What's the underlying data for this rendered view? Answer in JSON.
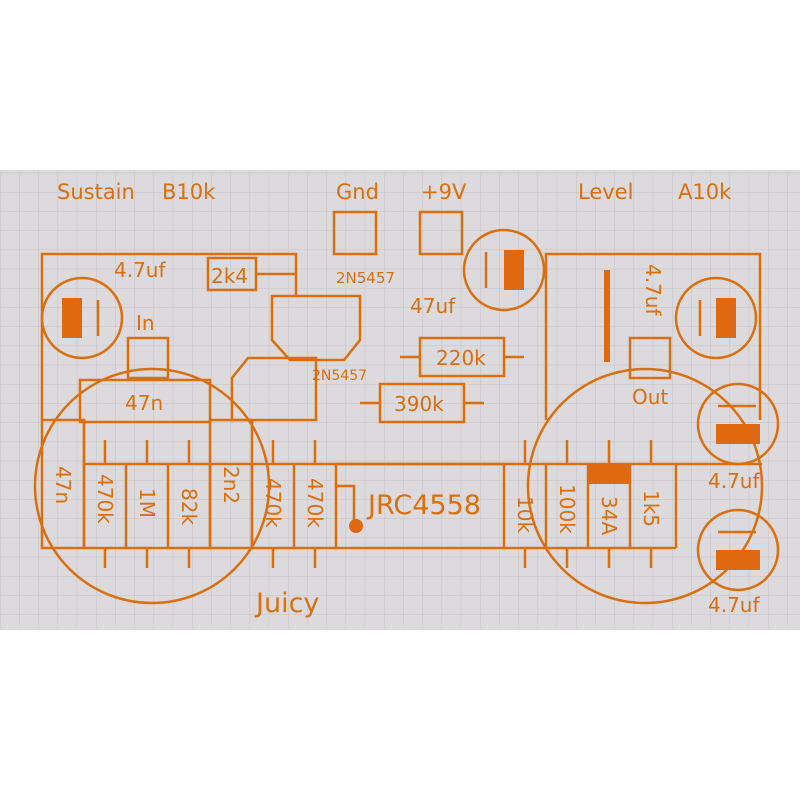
{
  "colors": {
    "trace": "#d96f0e",
    "fill": "#de6910",
    "grid_bg": "#dcdadc",
    "grid_line": "#c4c2c4",
    "page_bg": "#ffffff"
  },
  "pots": {
    "sustain_label": "Sustain",
    "sustain_value": "B10k",
    "level_label": "Level",
    "level_value": "A10k"
  },
  "pads": {
    "gnd": "Gnd",
    "v9": "+9V",
    "in": "In",
    "out": "Out"
  },
  "transistors": {
    "q1": "2N5457",
    "q2": "2N5457"
  },
  "capacitors": {
    "c_top_left": "4.7uf",
    "c_top_mid": "47uf",
    "c_top_right": "4.7uf",
    "c_right_1": "4.7uf",
    "c_right_2": "4.7uf",
    "c_47n_horizontal": "47n",
    "c_47n_vertical": "47n",
    "c_2n2": "2n2"
  },
  "resistors": {
    "r_2k4": "2k4",
    "r_220k": "220k",
    "r_390k": "390k",
    "r_470k_a": "470k",
    "r_1m": "1M",
    "r_82k": "82k",
    "r_470k_b": "470k",
    "r_470k_c": "470k",
    "r_10k": "10k",
    "r_100k": "100k",
    "r_1k5": "1k5"
  },
  "diode": "34A",
  "ic": "JRC4558",
  "title": "Juicy"
}
